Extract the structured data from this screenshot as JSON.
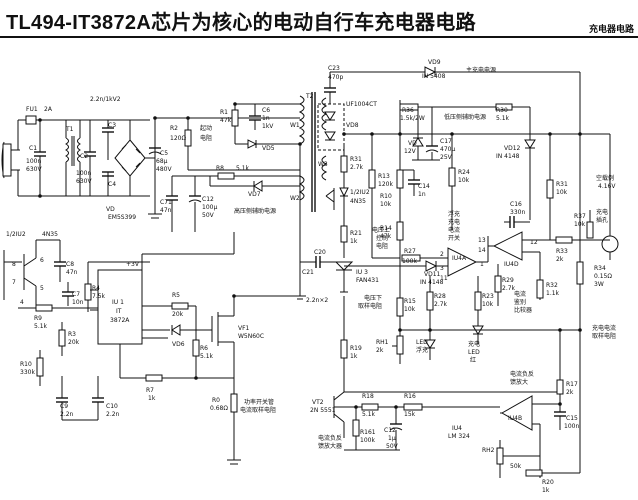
{
  "title": "TL494-IT3872A芯片为核心的电动自行车充电器电路",
  "section": "充电器电路",
  "labels": {
    "fu1": "FU1",
    "fu1_v": "2A",
    "c1": "C1",
    "c1_v1": "100n",
    "c1_v2": "630V",
    "t1": "T1",
    "c2top": "2.2n/1kV2",
    "c3": "C3",
    "c2": "C2",
    "c2_v1": "100n",
    "c2_v2": "630V",
    "c4": "C4",
    "vd": "VD",
    "vd_v": "EM5S399",
    "c5": "C5",
    "c5_v1": "68μ",
    "c5_v2": "480V",
    "r2": "R2",
    "r2_v": "120Ω",
    "qd": "起动",
    "qd2": "电阻",
    "r1": "R1",
    "r1_v": "47k",
    "c6": "C6",
    "c6_v1": "1n",
    "c6_v2": "1kV",
    "vd5": "VD5",
    "r8": "R8",
    "r8_v": "5.1k",
    "vd7": "VD7",
    "c71": "C71",
    "c71_v": "47n",
    "c12": "C12",
    "c12_v1": "100μ",
    "c12_v2": "50V",
    "gyfz": "高压侧辅助电源",
    "t2": "T2",
    "w1": "W1",
    "w2": "W2",
    "w3": "W3",
    "c23": "C23",
    "c23_v": "470p",
    "uf": "UF1004CT",
    "vd8": "VD8",
    "vd9": "VD9",
    "vd9_v": "IN 5408",
    "zcd": "主充电电源",
    "r31": "R31",
    "r31_v": "2.7k",
    "r13": "R13",
    "r13_v": "120k",
    "iu2b": "1/2IU2",
    "iu2b_v": "4N35",
    "r21": "R21",
    "r21_v": "1k",
    "c20": "C20",
    "c21": "C21",
    "c2122": "2.2n×2",
    "iu3": "IU 3",
    "iu3_v": "FAN431",
    "r36": "R36",
    "r36_v": "1.5k/2W",
    "vd_z": "12V",
    "c17": "C17",
    "c17_v1": "470μ",
    "c17_v2": "25V",
    "dyfz": "低压侧辅助电源",
    "r30": "R30",
    "r30_v": "5.1k",
    "vd12": "VD12",
    "vd12_v": "IN 4148",
    "r10": "R10",
    "r10_v": "10k",
    "c14": "C14",
    "c14_v": "1n",
    "r24": "R24",
    "r24_v": "10k",
    "r14": "R14",
    "r14_v": "47k",
    "dysz": "电压上",
    "dysz2": "控制",
    "dysz3": "电阻",
    "r27": "R27",
    "r27_v": "100k",
    "vd11": "VD11",
    "vd11_v": "IN 4148",
    "ts1": "浮充",
    "ts2": "充电",
    "ts3": "电流",
    "ts4": "开关",
    "iu4a": "IU4A",
    "iu4d": "IU4D",
    "c16": "C16",
    "c16_v": "330n",
    "r31b": "R31",
    "r31b_v": "10k",
    "r37": "R37",
    "r37_v": "10k",
    "kzfz": "空载例",
    "kzfz_v": "4.16V",
    "cdcj": "充电",
    "cdcj2": "插孔",
    "r33": "R33",
    "r33_v": "2k",
    "r34": "R34",
    "r34_v1": "0.15Ω",
    "r34_v2": "3W",
    "r15": "R15",
    "r15_v": "10k",
    "dyxcy": "电压下",
    "dyxcy2": "取样电阻",
    "r28": "R28",
    "r28_v": "2.7k",
    "r23": "R23",
    "r23_v": "10k",
    "r29": "R29",
    "r29_v": "2.7k",
    "r32": "R32",
    "r32_v": "1.1k",
    "dljb": "电流",
    "dljb2": "鉴别",
    "dljb3": "比较器",
    "cddl": "充电电流",
    "cddl2": "取样电阻",
    "rh1": "RH1",
    "rh1_v": "2k",
    "led1": "LED",
    "led1b": "浮充",
    "led2": "充电",
    "led2b": "LED",
    "led2c": "红",
    "iu2a": "1/2IU2",
    "iu2a_v": "4N35",
    "c8": "C8",
    "c8_v": "47n",
    "c7": "C7",
    "c7_v": "10n",
    "r4": "R4",
    "r4_v": "7.5k",
    "iu1": "IU 1",
    "iu1_v": "IT",
    "iu1_v2": "3872A",
    "plus3v": "+3V",
    "r9": "R9",
    "r9_v": "5.1k",
    "r3": "R3",
    "r3_v": "20k",
    "r5": "R5",
    "r5_v": "20k",
    "vd6": "VD6",
    "r6": "R6",
    "r6_v": "5.1k",
    "vf1": "VF1",
    "vf1_v": "W5N60C",
    "r10b": "R10",
    "r10b_v": "330k",
    "r7": "R7",
    "r7_v": "1k",
    "c9": "C9",
    "c9_v": "2.2n",
    "c10": "C10",
    "c10_v": "2.2n",
    "r0": "R0",
    "r0_v": "0.68Ω",
    "glkg": "功率开关管",
    "glkg2": "电流取样电阻",
    "r19": "R19",
    "r19_v": "1k",
    "vt2": "VT2",
    "vt2_v": "2N 5551",
    "r18": "R18",
    "r18_v": "5.1k",
    "r16": "R16",
    "r16_v": "15k",
    "r161": "R161",
    "r161_v": "100k",
    "c12b": "C12",
    "c12b_v1": "1μ",
    "c12b_v2": "50V",
    "iu4": "IU4",
    "iu4_v": "LM 324",
    "dlfz": "电流负反",
    "dlfz2": "馈放大器",
    "dlfzb": "电流负反",
    "dlfzb2": "馈放大",
    "r17": "R17",
    "r17_v": "2k",
    "c15": "C15",
    "c15_v": "100n",
    "iu4b": "IU4B",
    "rh2": "RH2",
    "rh2_v": "50k",
    "r20": "R20",
    "r20_v": "1k",
    "n8": "8",
    "n7": "7",
    "n6": "6",
    "n5": "5",
    "n4": "4",
    "n13": "13",
    "n14": "14",
    "n11": "11",
    "n12": "12",
    "n1": "1",
    "n2": "2",
    "n3": "3"
  }
}
